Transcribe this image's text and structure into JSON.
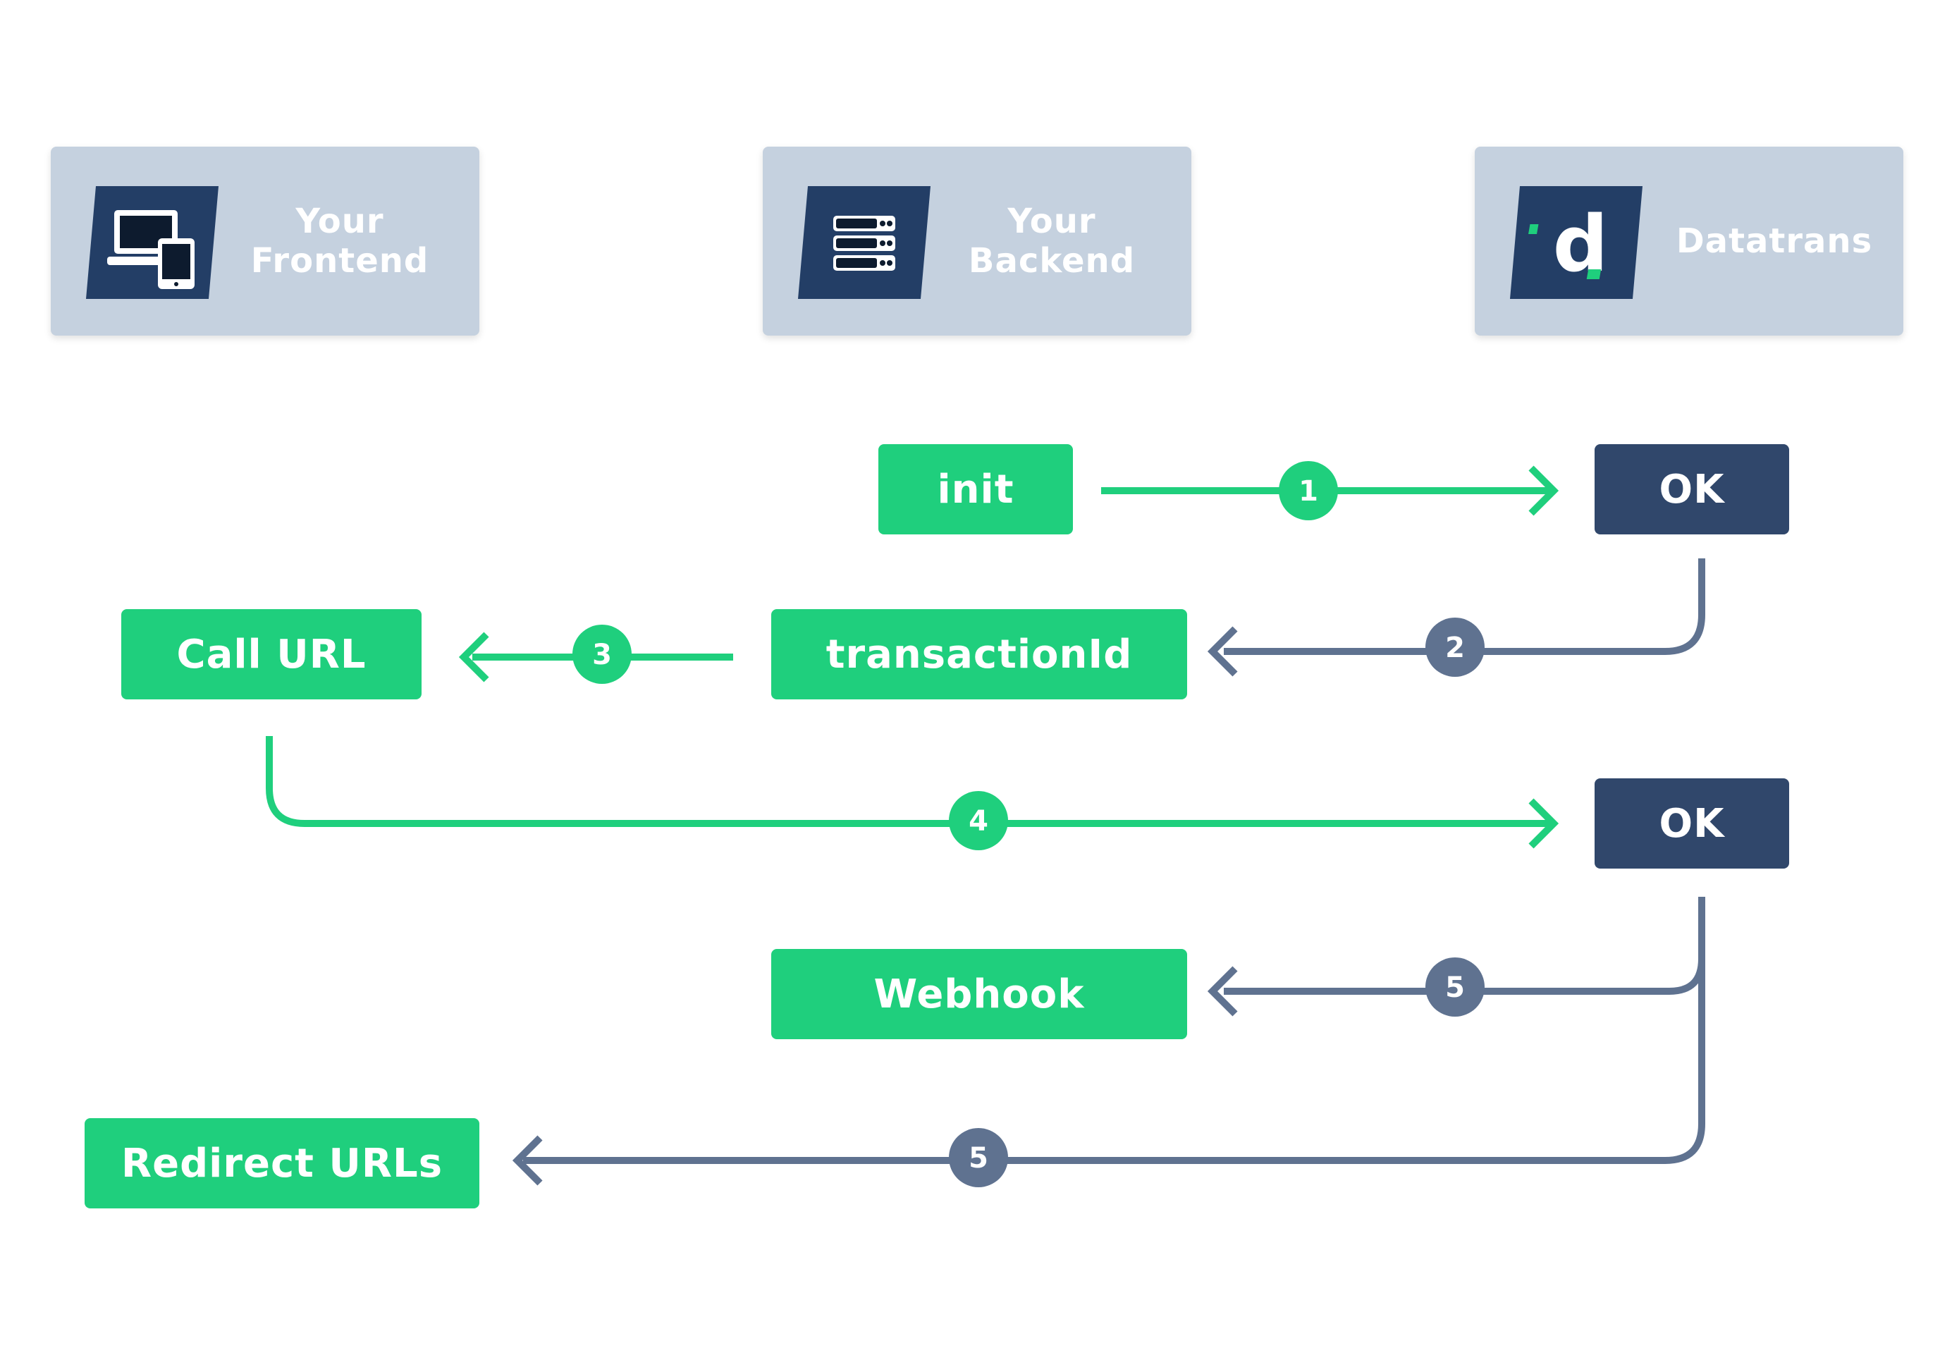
{
  "colors": {
    "green": "#1fcf7d",
    "navy": "#30476b",
    "slate": "#5f7290",
    "card": "#c5d1df",
    "icon_bg": "#233e66"
  },
  "actors": [
    {
      "label": "Your\nFrontend",
      "icon": "devices-icon"
    },
    {
      "label": "Your\nBackend",
      "icon": "server-icon"
    },
    {
      "label": "Datatrans",
      "icon": "datatrans-logo-icon"
    }
  ],
  "boxes": {
    "init": "init",
    "ok_1": "OK",
    "transaction_id": "transactionId",
    "call_url": "Call URL",
    "ok_2": "OK",
    "webhook": "Webhook",
    "redirect_urls": "Redirect URLs"
  },
  "steps": [
    "1",
    "2",
    "3",
    "4",
    "5",
    "5"
  ]
}
